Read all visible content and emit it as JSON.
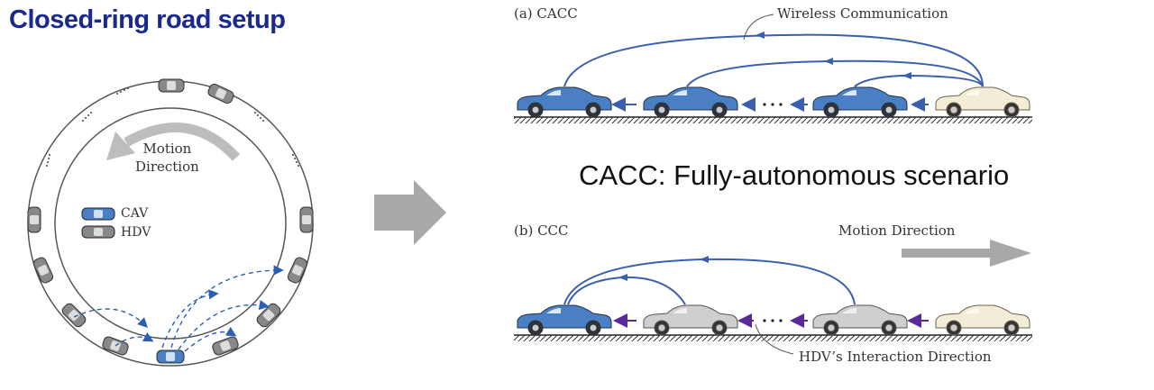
{
  "title": "Closed-ring road setup",
  "ring": {
    "motion_line1": "Motion",
    "motion_line2": "Direction",
    "legend_cav": "CAV",
    "legend_hdv": "HDV"
  },
  "panel_a": {
    "label": "(a) CACC",
    "wireless_label": "Wireless Communication"
  },
  "caption": "CACC: Fully-autonomous scenario",
  "panel_b": {
    "label": "(b) CCC",
    "motion_label": "Motion Direction",
    "interaction_label": "HDV’s Interaction Direction"
  },
  "colors": {
    "title": "#1a2a8c",
    "cav_blue": "#4a7fc4",
    "hdv_gray": "#cfcfcf",
    "lead_cream": "#f3ecd6",
    "link_blue": "#3a5fb0",
    "interaction_purple": "#5a2a9a",
    "arrow_gray": "#a8a8a8"
  }
}
